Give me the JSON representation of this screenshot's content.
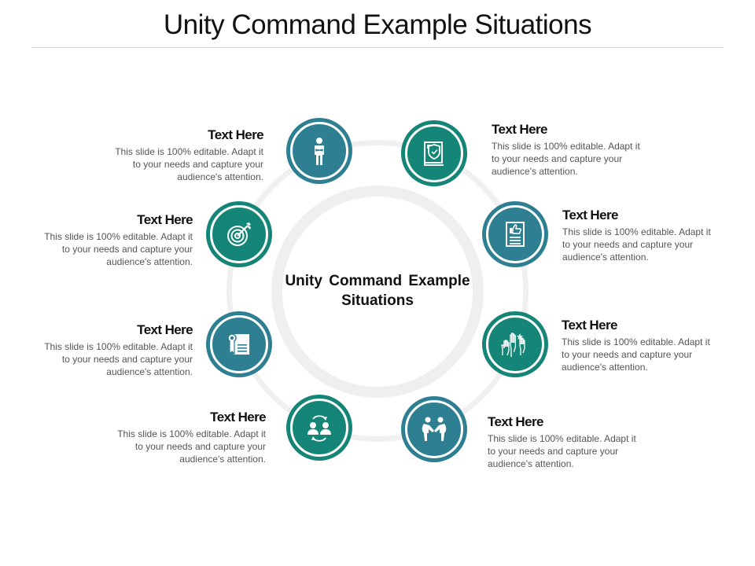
{
  "slide": {
    "title": "Unity Command Example Situations",
    "center_label": "Unity Command Example Situations",
    "colors": {
      "blue": "#2e7f91",
      "green": "#148577",
      "ring": "#efefef"
    }
  },
  "items": [
    {
      "position": "top-left",
      "icon": "standing-person-icon",
      "color": "blue",
      "heading": "Text Here",
      "body": "This slide is 100% editable. Adapt it to your needs and capture your audience's attention."
    },
    {
      "position": "top-right",
      "icon": "shield-book-icon",
      "color": "green",
      "heading": "Text Here",
      "body": "This slide is 100% editable. Adapt it to your needs and capture your audience's attention."
    },
    {
      "position": "right-upper",
      "icon": "thumbs-up-document-icon",
      "color": "blue",
      "heading": "Text Here",
      "body": "This slide is 100% editable. Adapt it to your needs and capture your audience's attention."
    },
    {
      "position": "right-lower",
      "icon": "raised-hands-icon",
      "color": "green",
      "heading": "Text Here",
      "body": "This slide is 100% editable. Adapt it to your needs and capture your audience's attention."
    },
    {
      "position": "bottom-right",
      "icon": "two-people-handshake-icon",
      "color": "blue",
      "heading": "Text Here",
      "body": "This slide is 100% editable. Adapt it to your needs and capture your audience's attention."
    },
    {
      "position": "bottom-left",
      "icon": "people-exchange-icon",
      "color": "green",
      "heading": "Text Here",
      "body": "This slide is 100% editable. Adapt it to your needs and capture your audience's attention."
    },
    {
      "position": "left-lower",
      "icon": "certificate-document-icon",
      "color": "blue",
      "heading": "Text Here",
      "body": "This slide is 100% editable. Adapt it to your needs and capture your audience's attention."
    },
    {
      "position": "left-upper",
      "icon": "target-arrow-icon",
      "color": "green",
      "heading": "Text Here",
      "body": "This slide is 100% editable. Adapt it to your needs and capture your audience's attention."
    }
  ]
}
